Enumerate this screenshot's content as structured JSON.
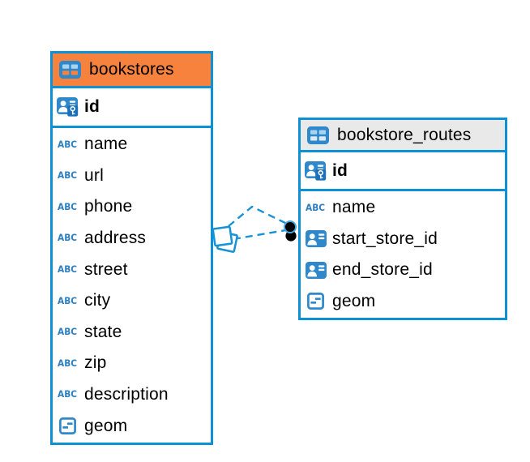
{
  "colors": {
    "table_border_blue": "#0E90D4",
    "selected_header_orange": "#F6823E",
    "header_gray": "#E9E9E9",
    "icon_blue": "#2F88CB",
    "icon_cell_light_blue": "#A9D4F0",
    "key_badge_blue": "#1A70BA",
    "relationship_line_blue": "#1593D6",
    "text": "#000000"
  },
  "icons": {
    "text_glyph": "ABC"
  },
  "tables": [
    {
      "title": "bookstores",
      "pk": "id",
      "columns": [
        {
          "name": "name",
          "icon": "text"
        },
        {
          "name": "url",
          "icon": "text"
        },
        {
          "name": "phone",
          "icon": "text"
        },
        {
          "name": "address",
          "icon": "text"
        },
        {
          "name": "street",
          "icon": "text"
        },
        {
          "name": "city",
          "icon": "text"
        },
        {
          "name": "state",
          "icon": "text"
        },
        {
          "name": "zip",
          "icon": "text"
        },
        {
          "name": "description",
          "icon": "text"
        },
        {
          "name": "geom",
          "icon": "geometry"
        }
      ]
    },
    {
      "title": "bookstore_routes",
      "pk": "id",
      "columns": [
        {
          "name": "name",
          "icon": "text"
        },
        {
          "name": "start_store_id",
          "icon": "reference"
        },
        {
          "name": "end_store_id",
          "icon": "reference"
        },
        {
          "name": "geom",
          "icon": "geometry"
        }
      ]
    }
  ],
  "relationship": {
    "from_table": "bookstores",
    "to_table": "bookstore_routes",
    "line_style": "dashed",
    "line_count": 2
  }
}
